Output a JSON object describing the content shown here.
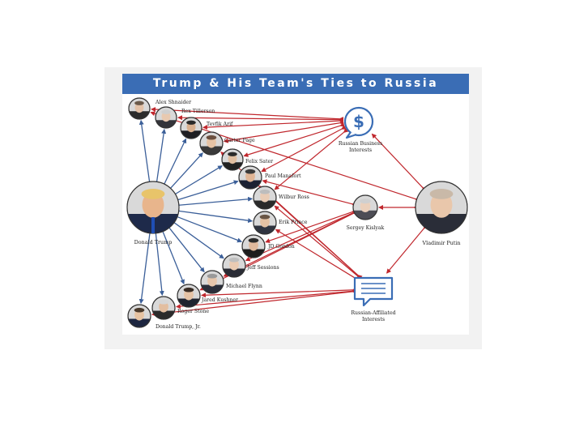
{
  "title": "Trump & His Team's Ties to Russia",
  "hubs": {
    "trump": "Donald Trump",
    "putin": "Vladimir Putin",
    "business": "Russian Business Interests",
    "affiliated": "Russian-Affiliated Interests"
  },
  "people": [
    {
      "id": "shnaider",
      "name": "Alex Shnaider"
    },
    {
      "id": "tillerson",
      "name": "Rex Tillerson"
    },
    {
      "id": "arif",
      "name": "Tevfik Arif"
    },
    {
      "id": "page",
      "name": "Carter Page"
    },
    {
      "id": "sater",
      "name": "Felix Sater"
    },
    {
      "id": "manafort",
      "name": "Paul Manafort"
    },
    {
      "id": "ross",
      "name": "Wilbur Ross"
    },
    {
      "id": "prince",
      "name": "Erik Prince"
    },
    {
      "id": "kislyak",
      "name": "Sergey Kislyak"
    },
    {
      "id": "gordon",
      "name": "JD Gordon"
    },
    {
      "id": "sessions",
      "name": "Jeff Sessions"
    },
    {
      "id": "flynn",
      "name": "Michael Flynn"
    },
    {
      "id": "kushner",
      "name": "Jared Kushner"
    },
    {
      "id": "stone",
      "name": "Roger Stone"
    },
    {
      "id": "trumpjr",
      "name": "Donald Trump, Jr."
    }
  ],
  "colors": {
    "banner": "#3a6db5",
    "trump_links": "#3b5f99",
    "russia_links": "#c0272d",
    "icons": "#3a6db5"
  },
  "icons": {
    "business": "dollar-speech-bubble-icon",
    "affiliated": "document-speech-bubble-icon"
  },
  "edges_trump": [
    "shnaider",
    "tillerson",
    "arif",
    "page",
    "sater",
    "manafort",
    "ross",
    "prince",
    "gordon",
    "sessions",
    "flynn",
    "kushner",
    "stone",
    "trumpjr"
  ],
  "edges_russia": [
    [
      "business",
      "shnaider"
    ],
    [
      "business",
      "tillerson"
    ],
    [
      "business",
      "arif"
    ],
    [
      "business",
      "page"
    ],
    [
      "business",
      "sater"
    ],
    [
      "business",
      "manafort"
    ],
    [
      "business",
      "ross"
    ],
    [
      "putin",
      "business"
    ],
    [
      "putin",
      "kislyak"
    ],
    [
      "putin",
      "affiliated"
    ],
    [
      "putin",
      "shnaider"
    ],
    [
      "kislyak",
      "gordon"
    ],
    [
      "kislyak",
      "sessions"
    ],
    [
      "kislyak",
      "flynn"
    ],
    [
      "kislyak",
      "kushner"
    ],
    [
      "kislyak",
      "manafort"
    ],
    [
      "affiliated",
      "manafort"
    ],
    [
      "affiliated",
      "ross"
    ],
    [
      "affiliated",
      "prince"
    ],
    [
      "affiliated",
      "page"
    ],
    [
      "affiliated",
      "stone"
    ],
    [
      "affiliated",
      "trumpjr"
    ],
    [
      "affiliated",
      "kushner"
    ]
  ]
}
